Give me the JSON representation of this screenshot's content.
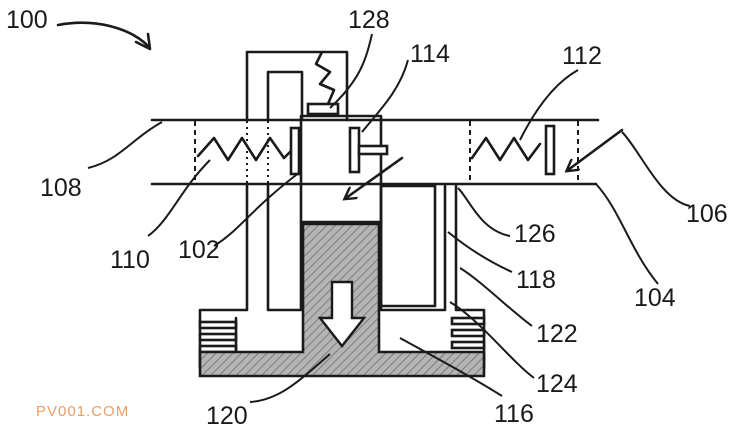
{
  "labels": {
    "l100": "100",
    "l128": "128",
    "l114": "114",
    "l112": "112",
    "l108": "108",
    "l106": "106",
    "l110": "110",
    "l102": "102",
    "l126": "126",
    "l118": "118",
    "l104": "104",
    "l122": "122",
    "l124": "124",
    "l120": "120",
    "l116": "116"
  },
  "watermark": "PV001.COM",
  "colors": {
    "ink": "#1a1a1a",
    "hatch_fill": "#a8a8a8",
    "watermark": "#e6a06a",
    "background": "#ffffff"
  }
}
